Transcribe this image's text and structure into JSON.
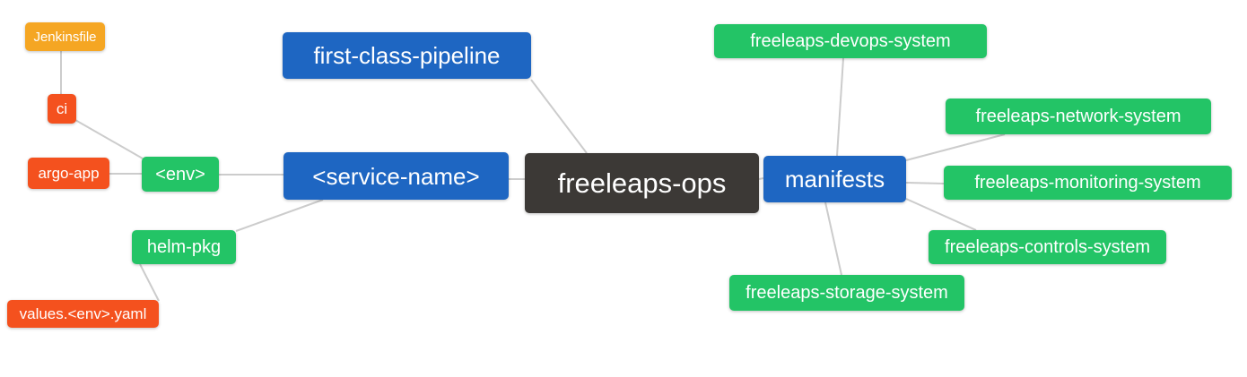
{
  "diagram": {
    "type": "mindmap",
    "palette": {
      "blue": "#1e66c2",
      "green": "#23c466",
      "red": "#f4511e",
      "orange": "#f5a623",
      "dark": "#3c3936",
      "edge": "#cccccc",
      "background": "#ffffff",
      "text": "#ffffff"
    },
    "nodes": [
      {
        "id": "jenkinsfile",
        "label": "Jenkinsfile",
        "color": "#f5a623"
      },
      {
        "id": "ci",
        "label": "ci",
        "color": "#f4511e"
      },
      {
        "id": "argo-app",
        "label": "argo-app",
        "color": "#f4511e"
      },
      {
        "id": "env",
        "label": "<env>",
        "color": "#23c466"
      },
      {
        "id": "helm-pkg",
        "label": "helm-pkg",
        "color": "#23c466"
      },
      {
        "id": "values-env-yaml",
        "label": "values.<env>.yaml",
        "color": "#f4511e"
      },
      {
        "id": "first-class-pipeline",
        "label": "first-class-pipeline",
        "color": "#1e66c2"
      },
      {
        "id": "service-name",
        "label": "<service-name>",
        "color": "#1e66c2"
      },
      {
        "id": "freeleaps-ops",
        "label": "freeleaps-ops",
        "color": "#3c3936"
      },
      {
        "id": "manifests",
        "label": "manifests",
        "color": "#1e66c2"
      },
      {
        "id": "freeleaps-devops-system",
        "label": "freeleaps-devops-system",
        "color": "#23c466"
      },
      {
        "id": "freeleaps-network-system",
        "label": "freeleaps-network-system",
        "color": "#23c466"
      },
      {
        "id": "freeleaps-monitoring-system",
        "label": "freeleaps-monitoring-system",
        "color": "#23c466"
      },
      {
        "id": "freeleaps-controls-system",
        "label": "freeleaps-controls-system",
        "color": "#23c466"
      },
      {
        "id": "freeleaps-storage-system",
        "label": "freeleaps-storage-system",
        "color": "#23c466"
      }
    ],
    "edges": [
      {
        "from": "jenkinsfile",
        "to": "ci"
      },
      {
        "from": "ci",
        "to": "env"
      },
      {
        "from": "argo-app",
        "to": "env"
      },
      {
        "from": "env",
        "to": "service-name"
      },
      {
        "from": "service-name",
        "to": "helm-pkg"
      },
      {
        "from": "helm-pkg",
        "to": "values-env-yaml"
      },
      {
        "from": "first-class-pipeline",
        "to": "freeleaps-ops"
      },
      {
        "from": "service-name",
        "to": "freeleaps-ops"
      },
      {
        "from": "freeleaps-ops",
        "to": "manifests"
      },
      {
        "from": "manifests",
        "to": "freeleaps-devops-system"
      },
      {
        "from": "manifests",
        "to": "freeleaps-network-system"
      },
      {
        "from": "manifests",
        "to": "freeleaps-monitoring-system"
      },
      {
        "from": "manifests",
        "to": "freeleaps-controls-system"
      },
      {
        "from": "manifests",
        "to": "freeleaps-storage-system"
      }
    ]
  }
}
